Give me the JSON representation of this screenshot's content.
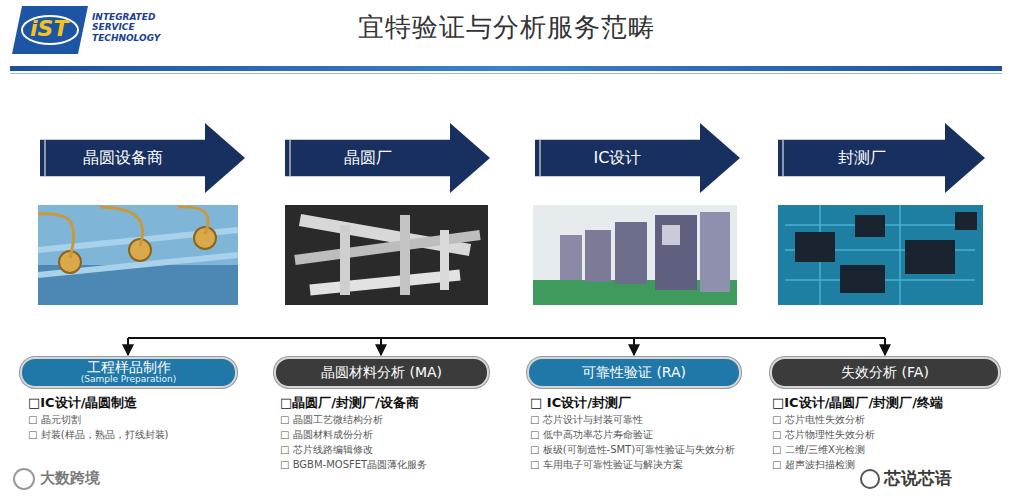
{
  "diagram": {
    "title": "宜特验证与分析服务范畴",
    "nodes": [
      {
        "text": [
          "晶圆设备商"
        ]
      },
      {
        "text": [
          "晶圆厂"
        ]
      },
      {
        "text": [
          "IC设计"
        ]
      },
      {
        "text": [
          "封测厂"
        ]
      },
      {
        "text": [
          "工程样品制作",
          "(Sample Preparation)"
        ]
      },
      {
        "text": [
          "晶圆材料分析 (MA)"
        ]
      },
      {
        "text": [
          "可靠性验证 (RA)"
        ]
      },
      {
        "text": [
          "失效分析 (FA)"
        ]
      }
    ],
    "labels": [
      "iST",
      "INTEGRATED SERVICE TECHNOLOGY",
      "□IC设计/晶圆制造",
      "□ 晶元切割",
      "□ 封装(样品，熟品，打线封装)",
      "□晶圆厂/封测厂/设备商",
      "□ 晶圆工艺微结构分析",
      "□ 晶圆材料成份分析",
      "□ 芯片线路编辑修改",
      "□ BGBM-MOSFET晶圆薄化服务",
      "□ IC设计/封测厂",
      "□ 芯片设计与封装可靠性",
      "□ 低中高功率芯片寿命验证",
      "□ 板级(可制造性-SMT)可靠性验证与失效分析",
      "□ 车用电子可靠性验证与解决方案",
      "□IC设计/晶圆厂/封测厂/终端",
      "□ 芯片电性失效分析",
      "□ 芯片物理性失效分析",
      "□ 二维/三维X光检测",
      "□ 超声波扫描检测",
      "大数跨境",
      "芯说芯语"
    ]
  }
}
